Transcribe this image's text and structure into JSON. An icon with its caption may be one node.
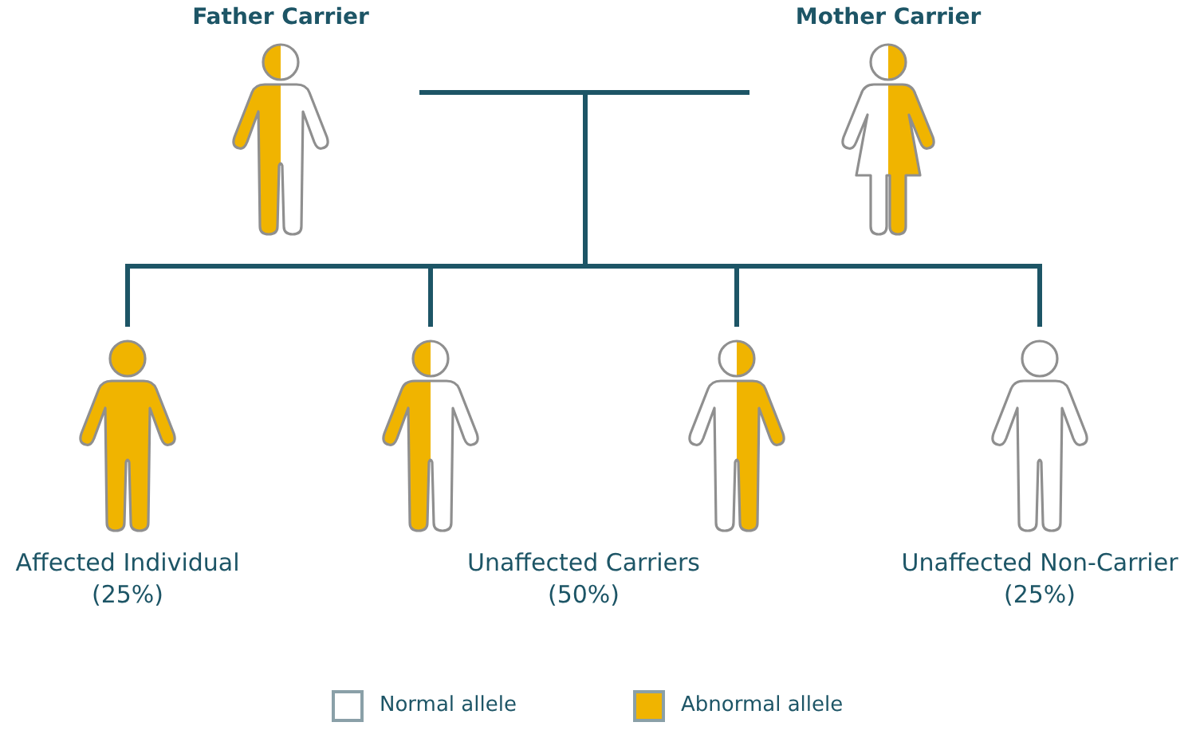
{
  "diagram": {
    "nodes": [
      {
        "text": [
          "Father Carrier"
        ]
      },
      {
        "text": [
          "Mother Carrier"
        ]
      },
      {
        "text": [
          "Affected Individual (25%)"
        ]
      },
      {
        "text": [],
        "shape": "person"
      },
      {
        "text": [],
        "shape": "person"
      },
      {
        "text": [
          "Unaffected Non-Carrier (25%)"
        ]
      }
    ],
    "edges": [
      {
        "from": 0,
        "to": 2,
        "arrow": "none"
      },
      {
        "from": 0,
        "to": 3,
        "arrow": "none"
      },
      {
        "from": 0,
        "to": 4,
        "arrow": "none"
      },
      {
        "from": 0,
        "to": 5,
        "arrow": "none"
      },
      {
        "from": 1,
        "to": 2,
        "arrow": "none"
      },
      {
        "from": 1,
        "to": 3,
        "arrow": "none"
      },
      {
        "from": 1,
        "to": 4,
        "arrow": "none"
      },
      {
        "from": 1,
        "to": 5,
        "arrow": "none"
      }
    ],
    "labels": [
      "Unaffected Carriers (50%)"
    ],
    "legend": [
      {
        "text": "Normal allele",
        "color": "#ffffff"
      },
      {
        "text": "Abnormal allele",
        "color": "#f0b400"
      }
    ]
  }
}
